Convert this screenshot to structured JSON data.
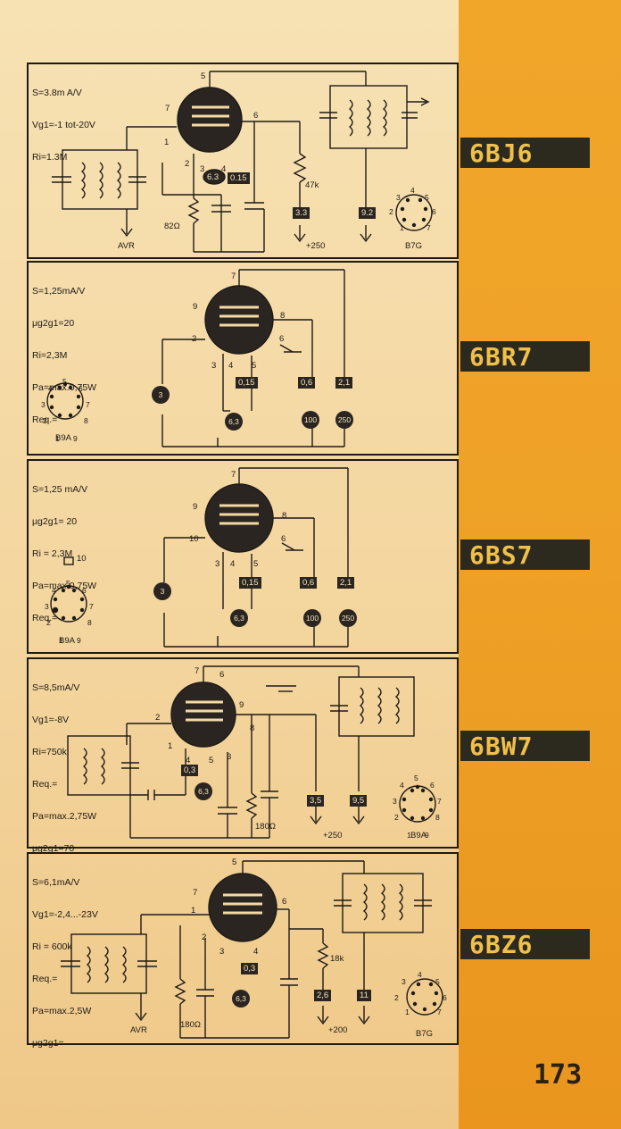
{
  "page_number": "173",
  "tubes": [
    {
      "type": "6BJ6",
      "specs": [
        "S=3.8m A/V",
        "Vg1=-1 tot-20V",
        "Ri=1.3M"
      ],
      "pins": {
        "p1": "1",
        "p2": "2",
        "p3": "3",
        "p4": "4",
        "p5": "5",
        "p6": "6",
        "p7": "7"
      },
      "heater": "6.3",
      "boxes": [
        "0.15",
        "3.3",
        "9.2"
      ],
      "labels": {
        "resistor1": "82Ω",
        "resistor2": "47k",
        "avr": "AVR",
        "supply": "+250",
        "base": "B7G"
      },
      "socket_pins": [
        "1",
        "2",
        "3",
        "4",
        "5",
        "6",
        "7"
      ]
    },
    {
      "type": "6BR7",
      "specs": [
        "S=1,25mA/V",
        "μg2g1=20",
        "Ri=2,3M",
        "Pa=max.0,75W",
        "Req.="
      ],
      "pins": {
        "p2": "2",
        "p3": "3",
        "p4": "4",
        "p5": "5",
        "p6": "6",
        "p7": "7",
        "p8": "8",
        "p9": "9"
      },
      "heater": "6,3",
      "bias": "3",
      "boxes": [
        "0,15",
        "0,6",
        "2,1"
      ],
      "circles": [
        "100",
        "250"
      ],
      "labels": {
        "base": "B9A"
      },
      "socket_pins": [
        "1",
        "2",
        "3",
        "4",
        "5",
        "6",
        "7",
        "8",
        "9"
      ]
    },
    {
      "type": "6BS7",
      "specs": [
        "S=1,25 mA/V",
        "μg2g1= 20",
        "Ri = 2,3M",
        "Pa=max.0,75W",
        "Req.="
      ],
      "pins": {
        "p3": "3",
        "p4": "4",
        "p5": "5",
        "p6": "6",
        "p7": "7",
        "p8": "8",
        "p9": "9",
        "p10": "10"
      },
      "heater": "6,3",
      "bias": "3",
      "boxes": [
        "0,15",
        "0,6",
        "2,1"
      ],
      "circles": [
        "100",
        "250"
      ],
      "labels": {
        "base": "B9A",
        "cap": "10"
      },
      "socket_pins": [
        "1",
        "2",
        "3",
        "4",
        "5",
        "6",
        "7",
        "8",
        "9"
      ]
    },
    {
      "type": "6BW7",
      "specs": [
        "S=8,5mA/V",
        "Vg1=-8V",
        "Ri=750k",
        "Req.=",
        "Pa=max.2,75W",
        "μg2g1=70"
      ],
      "pins": {
        "p1": "1",
        "p2": "2",
        "p3": "3",
        "p4": "4",
        "p5": "5",
        "p6": "6",
        "p7": "7",
        "p8": "8",
        "p9": "9"
      },
      "heater": "6,3",
      "boxes": [
        "0,3",
        "3,5",
        "9,5"
      ],
      "labels": {
        "resistor1": "180Ω",
        "supply": "+250",
        "base": "B9A"
      },
      "socket_pins": [
        "1",
        "2",
        "3",
        "4",
        "5",
        "6",
        "7",
        "8",
        "9"
      ]
    },
    {
      "type": "6BZ6",
      "specs": [
        "S=6,1mA/V",
        "Vg1=-2,4...-23V",
        "Ri = 600k",
        "Req.=",
        "Pa=max.2,5W",
        "μg2g1="
      ],
      "pins": {
        "p1": "1",
        "p2": "2",
        "p3": "3",
        "p4": "4",
        "p5": "5",
        "p6": "6",
        "p7": "7"
      },
      "heater": "6,3",
      "boxes": [
        "0,3",
        "2,6",
        "11"
      ],
      "labels": {
        "resistor1": "180Ω",
        "resistor2": "18k",
        "avr": "AVR",
        "supply": "+200",
        "base": "B7G"
      },
      "socket_pins": [
        "1",
        "2",
        "3",
        "4",
        "5",
        "6",
        "7"
      ]
    }
  ]
}
